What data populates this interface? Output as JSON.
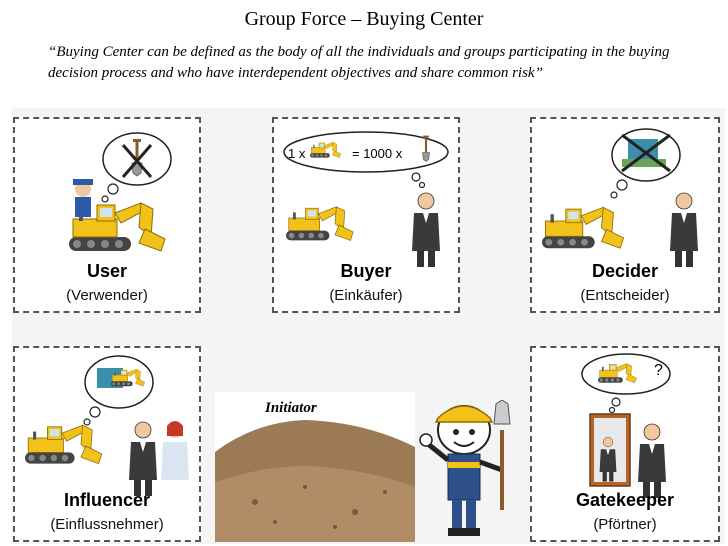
{
  "title": "Group Force – Buying  Center",
  "quote": "“Buying Center can be defined as the body of all the individuals and groups participating in the buying decision process and who have interdependent objectives and share common risk”",
  "roles": [
    {
      "name": "User",
      "subtitle": "(Verwender)"
    },
    {
      "name": "Buyer",
      "subtitle": "(Einkäufer)"
    },
    {
      "name": "Decider",
      "subtitle": "(Entscheider)"
    },
    {
      "name": "Influencer",
      "subtitle": "(Einflussnehmer)"
    },
    {
      "name": "Gatekeeper",
      "subtitle": "(Pförtner)"
    }
  ],
  "buyer_formula": {
    "left": "1 x",
    "right": "= 1000 x"
  },
  "gatekeeper_question": "?",
  "initiator": "Initiator",
  "colors": {
    "excavator": "#f2c21b",
    "track": "#444444",
    "dashed_border": "#555555",
    "panel_bg": "#f4f4f4"
  }
}
